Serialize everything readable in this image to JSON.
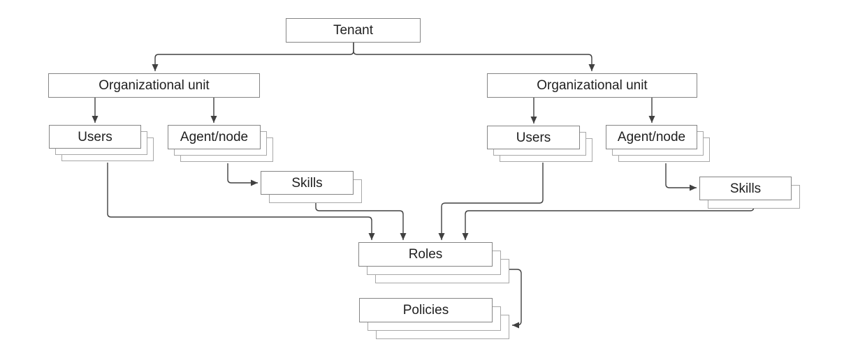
{
  "diagram": {
    "type": "hierarchy",
    "background": "#ffffff",
    "nodes": {
      "tenant": "Tenant",
      "org_unit_left": "Organizational unit",
      "org_unit_right": "Organizational unit",
      "users_left": "Users",
      "agent_node_left": "Agent/node",
      "skills_left": "Skills",
      "users_right": "Users",
      "agent_node_right": "Agent/node",
      "skills_right": "Skills",
      "roles": "Roles",
      "policies": "Policies"
    },
    "stacked_nodes": [
      "Users",
      "Agent/node",
      "Skills",
      "Roles",
      "Policies"
    ],
    "edges": [
      {
        "from": "Tenant",
        "to": "Organizational unit (left)"
      },
      {
        "from": "Tenant",
        "to": "Organizational unit (right)"
      },
      {
        "from": "Organizational unit (left)",
        "to": "Users (left)"
      },
      {
        "from": "Organizational unit (left)",
        "to": "Agent/node (left)"
      },
      {
        "from": "Agent/node (left)",
        "to": "Skills (left)"
      },
      {
        "from": "Organizational unit (right)",
        "to": "Users (right)"
      },
      {
        "from": "Organizational unit (right)",
        "to": "Agent/node (right)"
      },
      {
        "from": "Agent/node (right)",
        "to": "Skills (right)"
      },
      {
        "from": "Users (left)",
        "to": "Roles"
      },
      {
        "from": "Skills (left)",
        "to": "Roles"
      },
      {
        "from": "Users (right)",
        "to": "Roles"
      },
      {
        "from": "Skills (right)",
        "to": "Roles"
      },
      {
        "from": "Roles",
        "to": "Policies"
      }
    ],
    "colors": {
      "box_border": "#858585",
      "stack_border": "#a8a8a8",
      "connector": "#404040",
      "text": "#1f1f1f",
      "box_fill": "#ffffff"
    }
  }
}
